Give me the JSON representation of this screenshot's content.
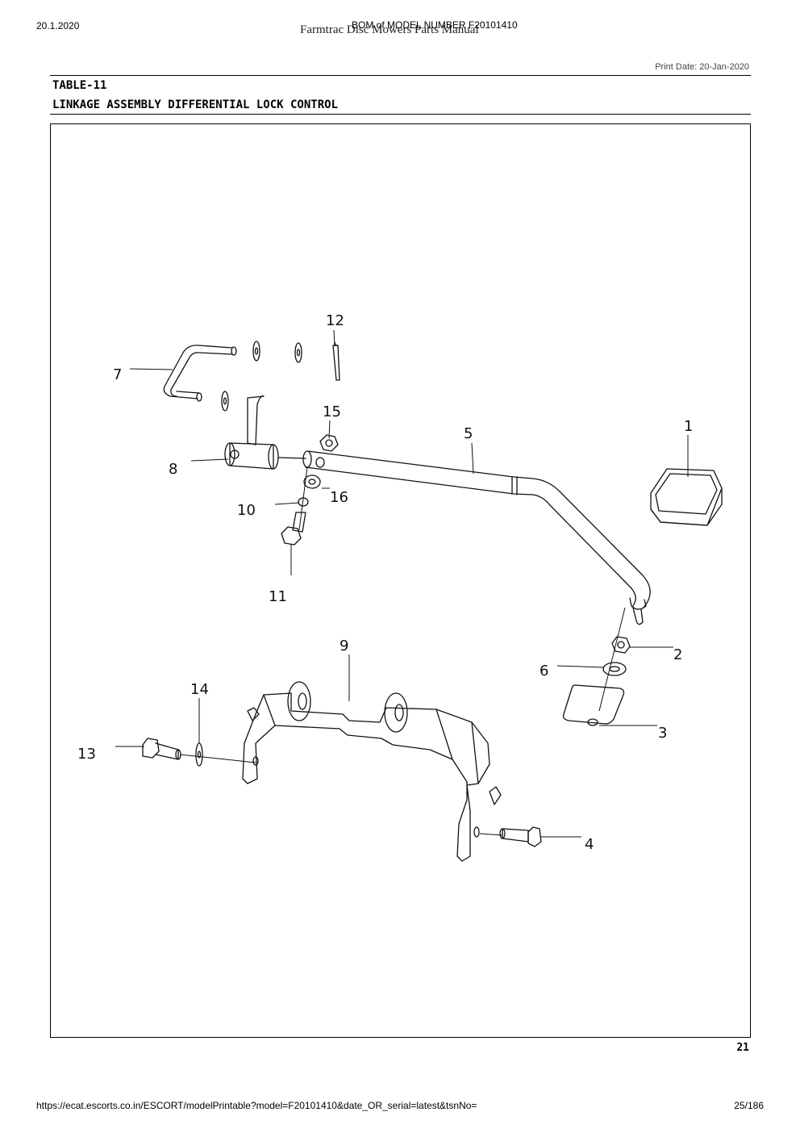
{
  "header": {
    "date": "20.1.2020",
    "bom_title": "BOM of MODEL NUMBER F20101410",
    "manual_title": "Farmtrac Disc Mowers Parts Manual",
    "print_date": "Print Date: 20-Jan-2020"
  },
  "table": {
    "number": "TABLE-11",
    "title": "LINKAGE ASSEMBLY DIFFERENTIAL LOCK CONTROL"
  },
  "diagram": {
    "callouts": [
      "1",
      "2",
      "3",
      "4",
      "5",
      "6",
      "7",
      "8",
      "9",
      "10",
      "11",
      "12",
      "13",
      "14",
      "15",
      "16"
    ]
  },
  "page_number": "21",
  "footer": {
    "url": "https://ecat.escorts.co.in/ESCORT/modelPrintable?model=F20101410&date_OR_serial=latest&tsnNo=",
    "pages": "25/186"
  }
}
